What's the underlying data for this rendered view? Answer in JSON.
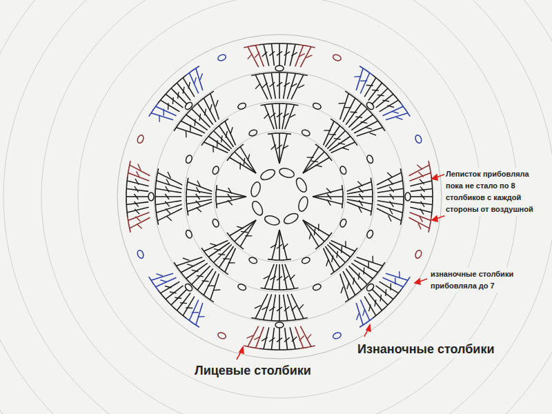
{
  "diagram": {
    "labels": [
      "Леписток прибовляла пока не стало по 8 столбиков с каждой стороны от воздушной",
      "изнаночные столбики прибовляла до 7",
      "Изнаночные столбики",
      "Лицевые столбики"
    ]
  }
}
